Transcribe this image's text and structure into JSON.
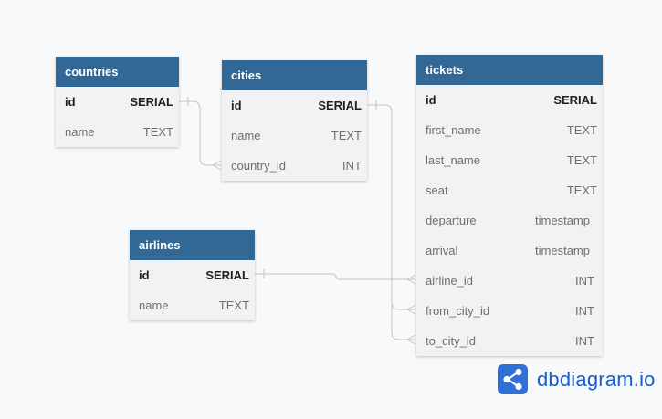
{
  "tables": {
    "countries": {
      "name": "countries",
      "fields": [
        {
          "name": "id",
          "type": "SERIAL"
        },
        {
          "name": "name",
          "type": "TEXT"
        }
      ]
    },
    "cities": {
      "name": "cities",
      "fields": [
        {
          "name": "id",
          "type": "SERIAL"
        },
        {
          "name": "name",
          "type": "TEXT"
        },
        {
          "name": "country_id",
          "type": "INT"
        }
      ]
    },
    "airlines": {
      "name": "airlines",
      "fields": [
        {
          "name": "id",
          "type": "SERIAL"
        },
        {
          "name": "name",
          "type": "TEXT"
        }
      ]
    },
    "tickets": {
      "name": "tickets",
      "fields": [
        {
          "name": "id",
          "type": "SERIAL"
        },
        {
          "name": "first_name",
          "type": "TEXT"
        },
        {
          "name": "last_name",
          "type": "TEXT"
        },
        {
          "name": "seat",
          "type": "TEXT"
        },
        {
          "name": "departure",
          "type": "timestamp"
        },
        {
          "name": "arrival",
          "type": "timestamp"
        },
        {
          "name": "airline_id",
          "type": "INT"
        },
        {
          "name": "from_city_id",
          "type": "INT"
        },
        {
          "name": "to_city_id",
          "type": "INT"
        }
      ]
    }
  },
  "relations": [
    {
      "from": "countries.id",
      "to": "cities.country_id",
      "type": "one-to-many"
    },
    {
      "from": "airlines.id",
      "to": "tickets.airline_id",
      "type": "one-to-many"
    },
    {
      "from": "cities.id",
      "to": "tickets.from_city_id",
      "type": "one-to-many"
    },
    {
      "from": "cities.id",
      "to": "tickets.to_city_id",
      "type": "one-to-many"
    }
  ],
  "brand": {
    "name": "dbdiagram.io",
    "logo_icon": "dbdiagram-logo-icon"
  },
  "colors": {
    "header": "#316896",
    "body": "#f2f2f2",
    "brand": "#1c5cc7"
  }
}
